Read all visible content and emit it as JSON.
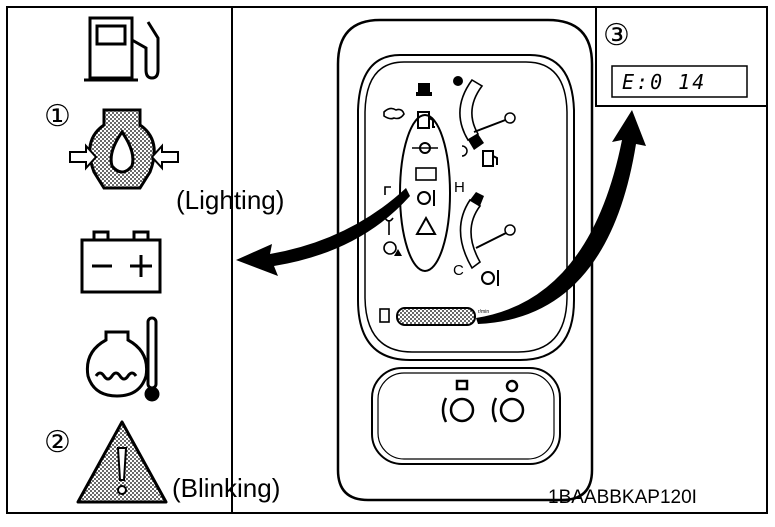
{
  "labels": {
    "callout_1": "①",
    "callout_2": "②",
    "callout_3": "③",
    "lighting": "(Lighting)",
    "blinking": "(Blinking)",
    "figure_code": "1BAABBKAP120I"
  },
  "display": {
    "lcd_readout": "E:0 14"
  },
  "gauges": {
    "temp_high": "H",
    "temp_low": "C",
    "tacho_unit": "r/min"
  },
  "icons": [
    "fuel-icon",
    "oil-pressure-icon",
    "battery-icon",
    "coolant-temperature-icon",
    "warning-triangle-icon"
  ],
  "colors": {
    "line": "#000000",
    "background": "#ffffff",
    "dot_fill": "#bdbdbd"
  }
}
